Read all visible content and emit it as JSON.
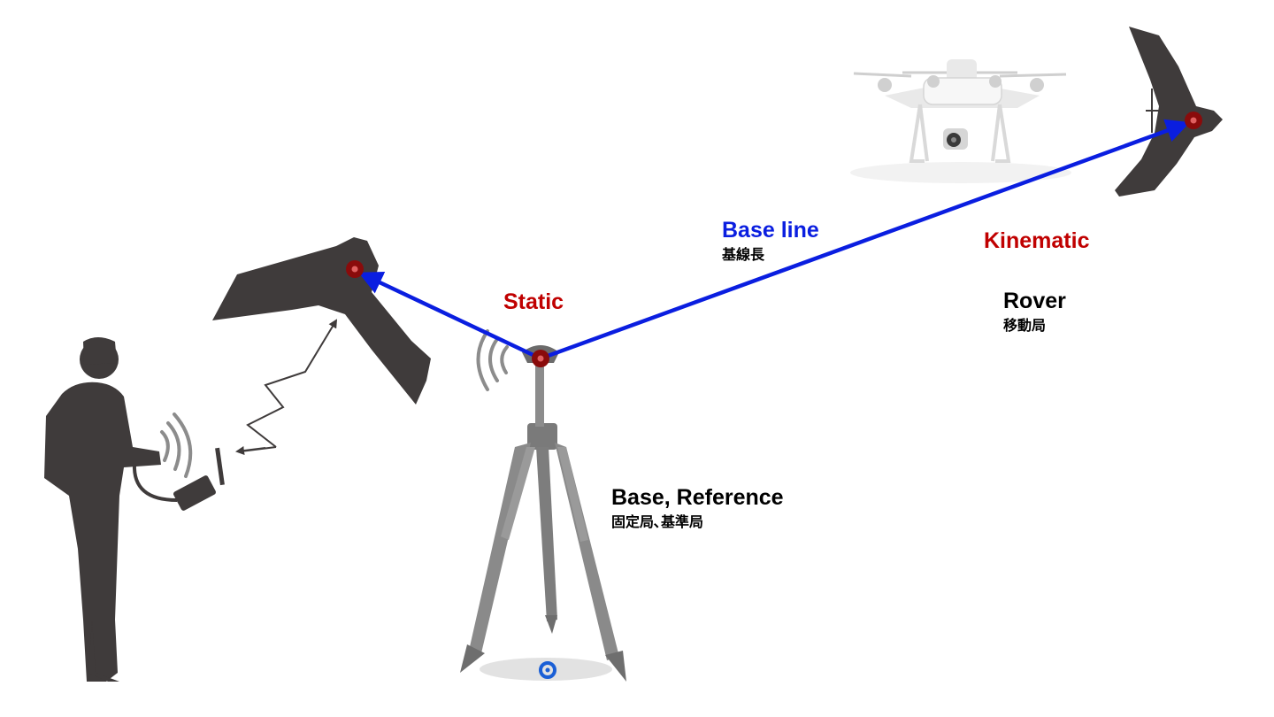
{
  "colors": {
    "baseline": "#0a1ee0",
    "mode_label": "#c00000",
    "silhouette": "#3f3b3b",
    "tripod": "#8c8c8c",
    "marker_ring": "#8a0b0b",
    "marker_core": "#e06060",
    "ground_point": "#1a5fd6",
    "drone_body": "#e9e9e9"
  },
  "labels": {
    "baseline_en": "Base line",
    "baseline_jp": "基線長",
    "static": "Static",
    "kinematic": "Kinematic",
    "rover_en": "Rover",
    "rover_jp": "移動局",
    "base_en": "Base, Reference",
    "base_jp": "固定局､基準局"
  },
  "icons": [
    "operator-silhouette-icon",
    "controller-icon",
    "radio-waves-icon",
    "fixed-wing-drone-icon",
    "quadcopter-drone-icon",
    "gnss-antenna-icon",
    "tripod-icon",
    "position-marker-icon",
    "ground-point-icon"
  ]
}
